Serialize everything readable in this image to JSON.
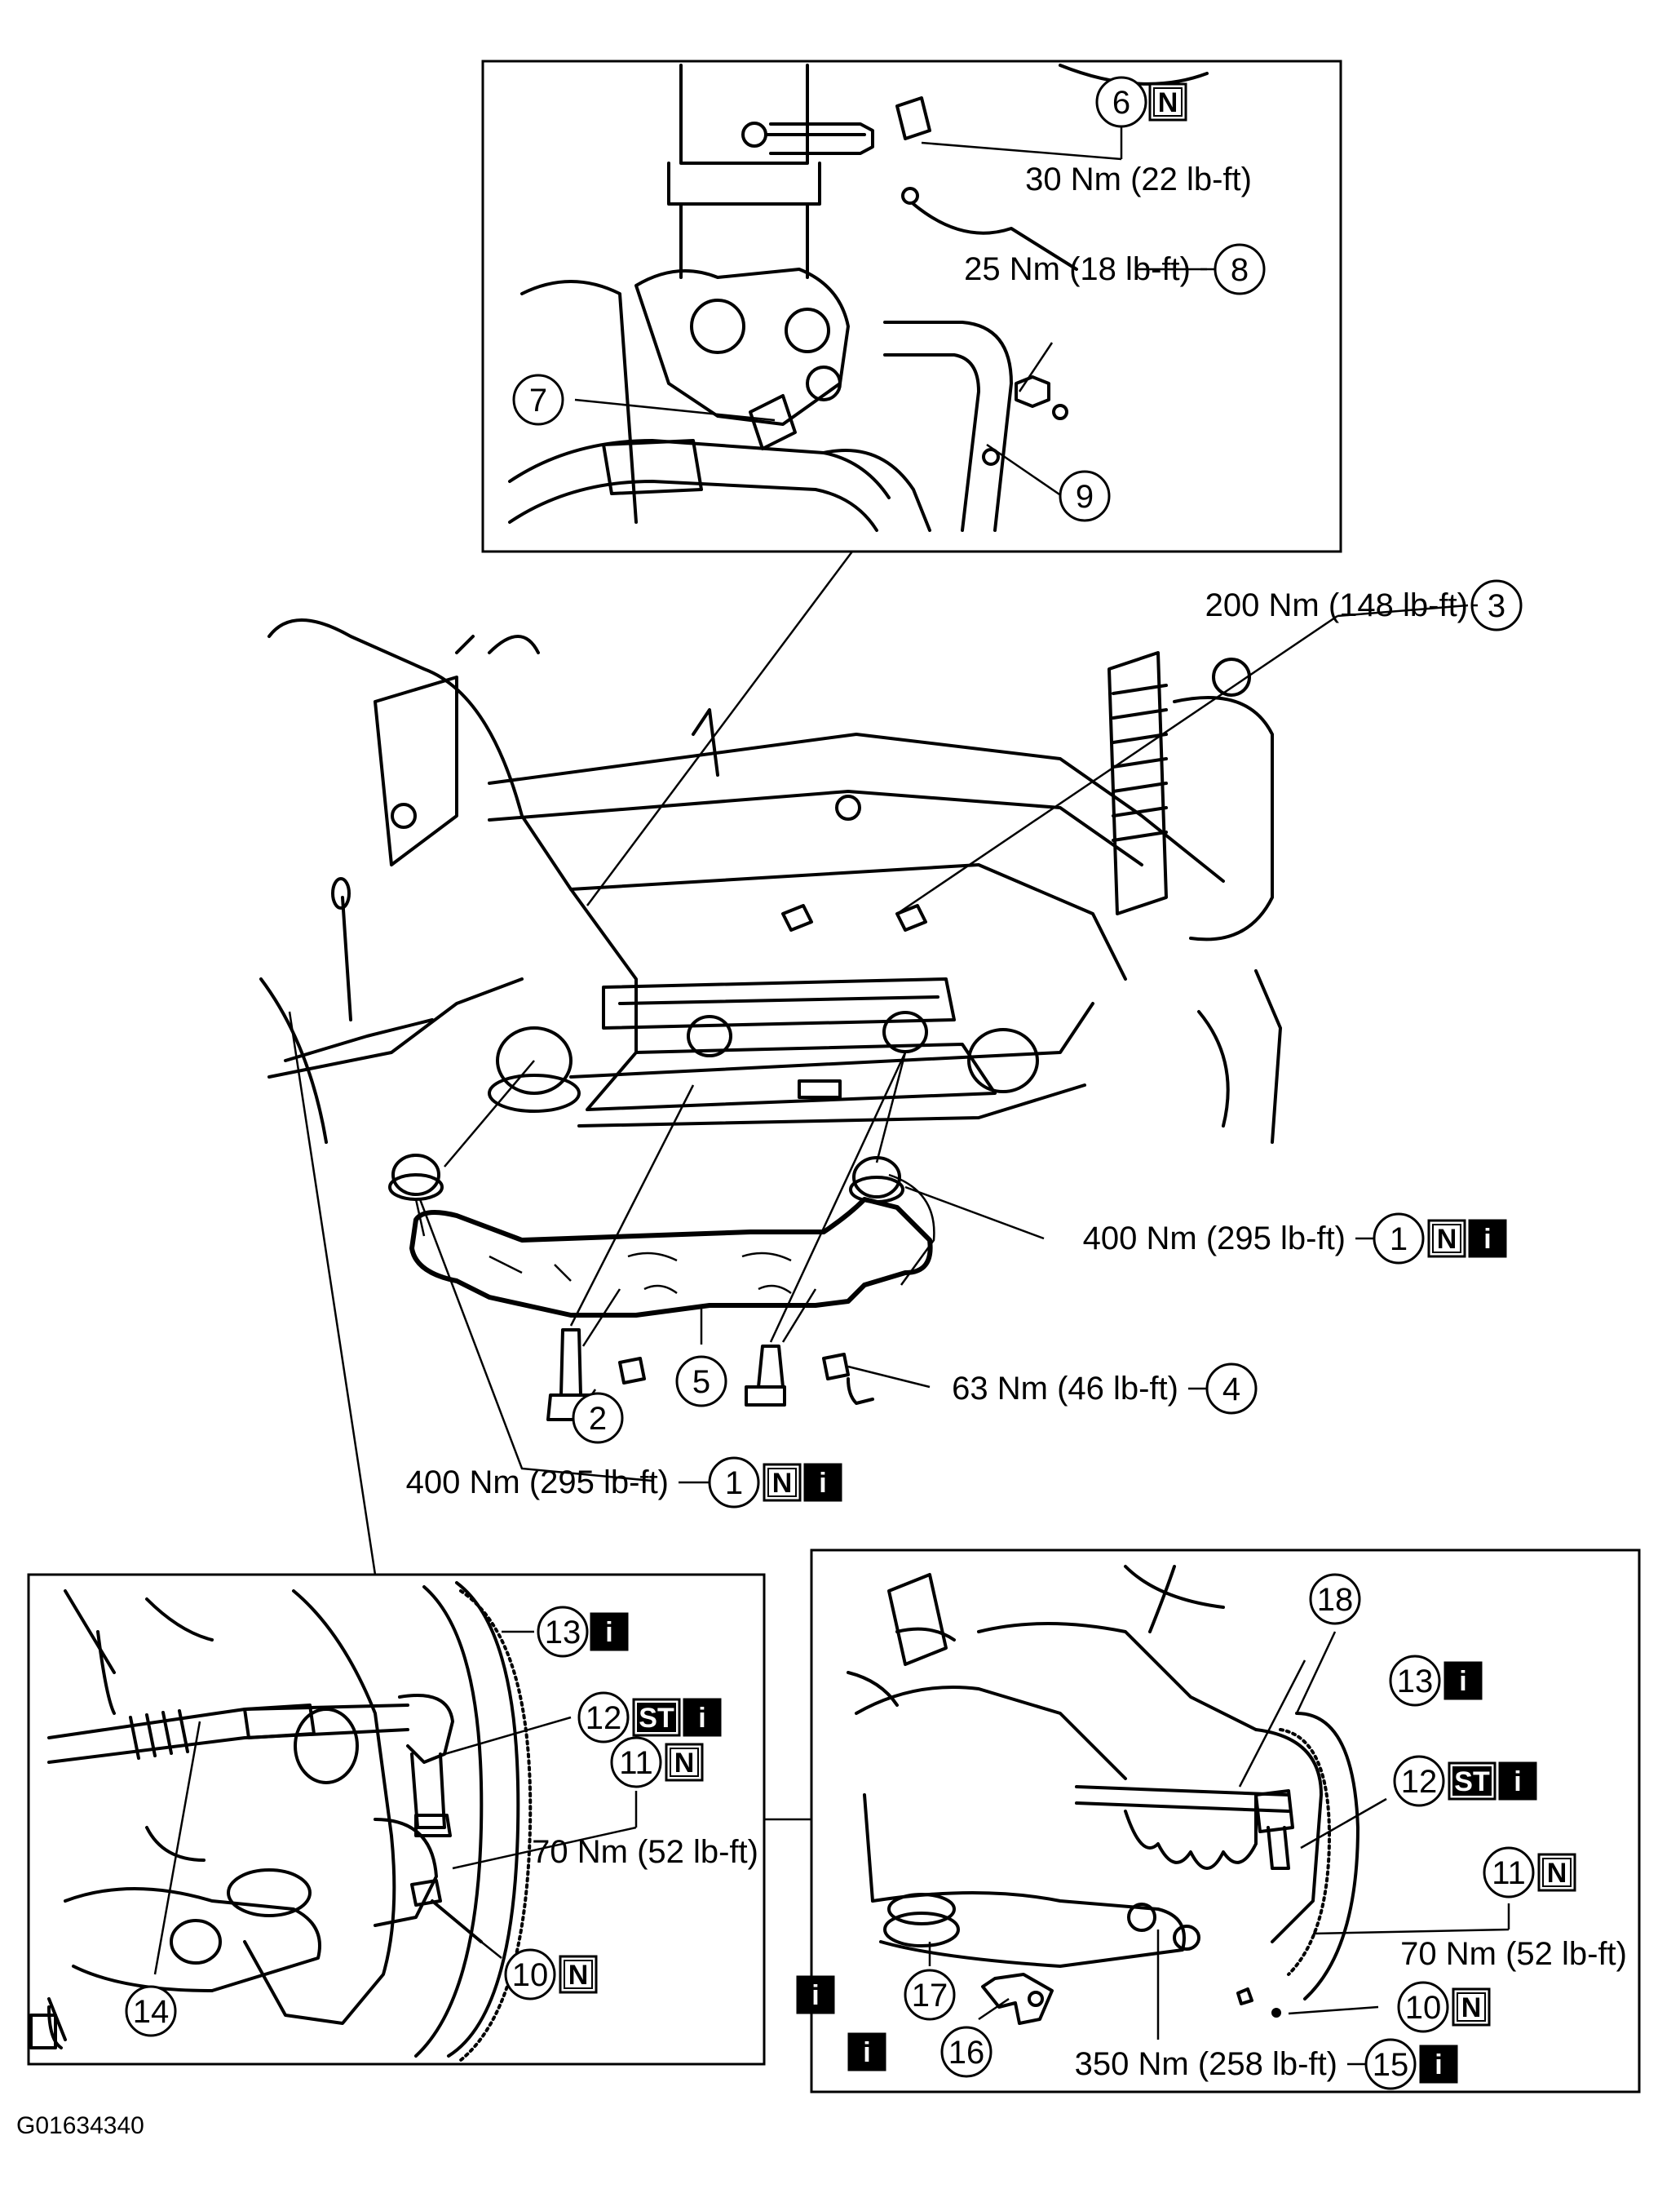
{
  "figure_id": "G01634340",
  "badges": {
    "new": "N",
    "info": "i",
    "special_tool": "ST"
  },
  "callouts": [
    {
      "id": "c6",
      "num": "6",
      "torque": "30 Nm (22 lb-ft)",
      "badges": [
        "new"
      ]
    },
    {
      "id": "c8",
      "num": "8",
      "torque": "25 Nm (18 lb-ft)",
      "badges": []
    },
    {
      "id": "c7",
      "num": "7",
      "torque": "",
      "badges": []
    },
    {
      "id": "c9",
      "num": "9",
      "torque": "",
      "badges": []
    },
    {
      "id": "c3",
      "num": "3",
      "torque": "200 Nm (148 lb-ft)",
      "badges": []
    },
    {
      "id": "c1a",
      "num": "1",
      "torque": "400 Nm (295 lb-ft)",
      "badges": [
        "new",
        "info"
      ]
    },
    {
      "id": "c4",
      "num": "4",
      "torque": "63 Nm (46 lb-ft)",
      "badges": []
    },
    {
      "id": "c2",
      "num": "2",
      "torque": "",
      "badges": []
    },
    {
      "id": "c5",
      "num": "5",
      "torque": "",
      "badges": []
    },
    {
      "id": "c1b",
      "num": "1",
      "torque": "400 Nm (295 lb-ft)",
      "badges": [
        "new",
        "info"
      ]
    },
    {
      "id": "l13",
      "num": "13",
      "torque": "",
      "badges": [
        "info"
      ]
    },
    {
      "id": "l12",
      "num": "12",
      "torque": "",
      "badges": [
        "special_tool",
        "info"
      ]
    },
    {
      "id": "l11",
      "num": "11",
      "torque": "70 Nm (52 lb-ft)",
      "badges": [
        "new"
      ]
    },
    {
      "id": "l10",
      "num": "10",
      "torque": "",
      "badges": [
        "new"
      ]
    },
    {
      "id": "l14",
      "num": "14",
      "torque": "",
      "badges": []
    },
    {
      "id": "r18",
      "num": "18",
      "torque": "",
      "badges": []
    },
    {
      "id": "r13",
      "num": "13",
      "torque": "",
      "badges": [
        "info"
      ]
    },
    {
      "id": "r12",
      "num": "12",
      "torque": "",
      "badges": [
        "special_tool",
        "info"
      ]
    },
    {
      "id": "r11",
      "num": "11",
      "torque": "70 Nm (52 lb-ft)",
      "badges": [
        "new"
      ]
    },
    {
      "id": "r10",
      "num": "10",
      "torque": "",
      "badges": [
        "new"
      ]
    },
    {
      "id": "r17",
      "num": "17",
      "torque": "",
      "badges": [
        "info"
      ]
    },
    {
      "id": "r16",
      "num": "16",
      "torque": "",
      "badges": [
        "info"
      ]
    },
    {
      "id": "r15",
      "num": "15",
      "torque": "350 Nm (258 lb-ft)",
      "badges": [
        "info"
      ]
    }
  ]
}
